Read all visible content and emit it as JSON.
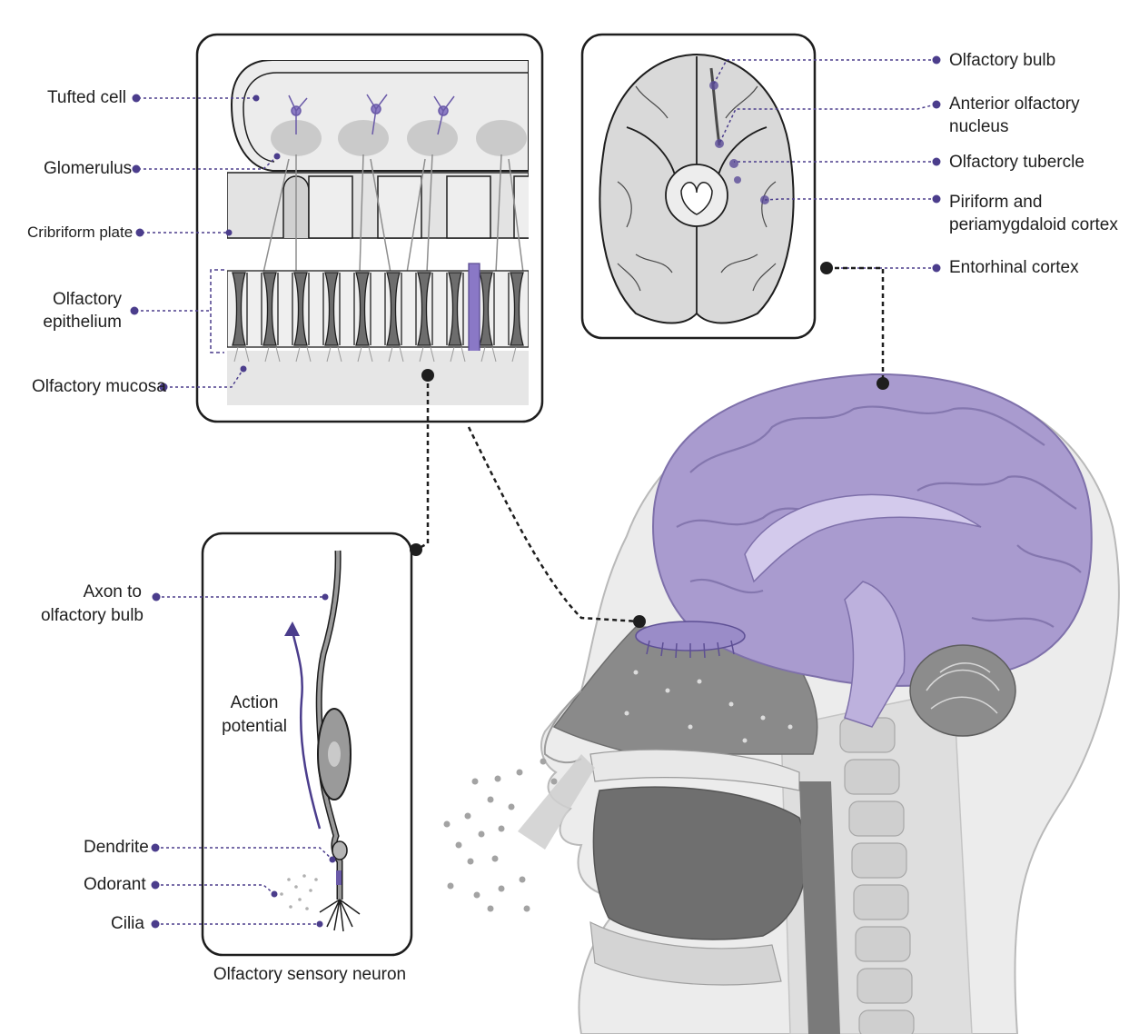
{
  "colors": {
    "accent": "#4b3d8c",
    "lavender": "#b8acd8",
    "ink": "#1e1e1e",
    "gray_fill": "#d9d9d9"
  },
  "epithelium_panel": {
    "tufted_cell": "Tufted cell",
    "glomerulus": "Glomerulus",
    "cribriform_plate": "Cribriform plate",
    "olfactory_epithelium_1": "Olfactory",
    "olfactory_epithelium_2": "epithelium",
    "olfactory_mucosa": "Olfactory mucosa"
  },
  "brain_panel": {
    "olfactory_bulb": "Olfactory bulb",
    "anterior_olfactory_nucleus_1": "Anterior olfactory",
    "anterior_olfactory_nucleus_2": "nucleus",
    "olfactory_tubercle": "Olfactory tubercle",
    "piriform_1": "Piriform and",
    "piriform_2": "periamygdaloid cortex",
    "entorhinal_cortex": "Entorhinal cortex"
  },
  "neuron_panel": {
    "axon_1": "Axon to",
    "axon_2": "olfactory bulb",
    "action_potential_1": "Action",
    "action_potential_2": "potential",
    "dendrite": "Dendrite",
    "odorant": "Odorant",
    "cilia": "Cilia",
    "caption": "Olfactory sensory neuron"
  }
}
